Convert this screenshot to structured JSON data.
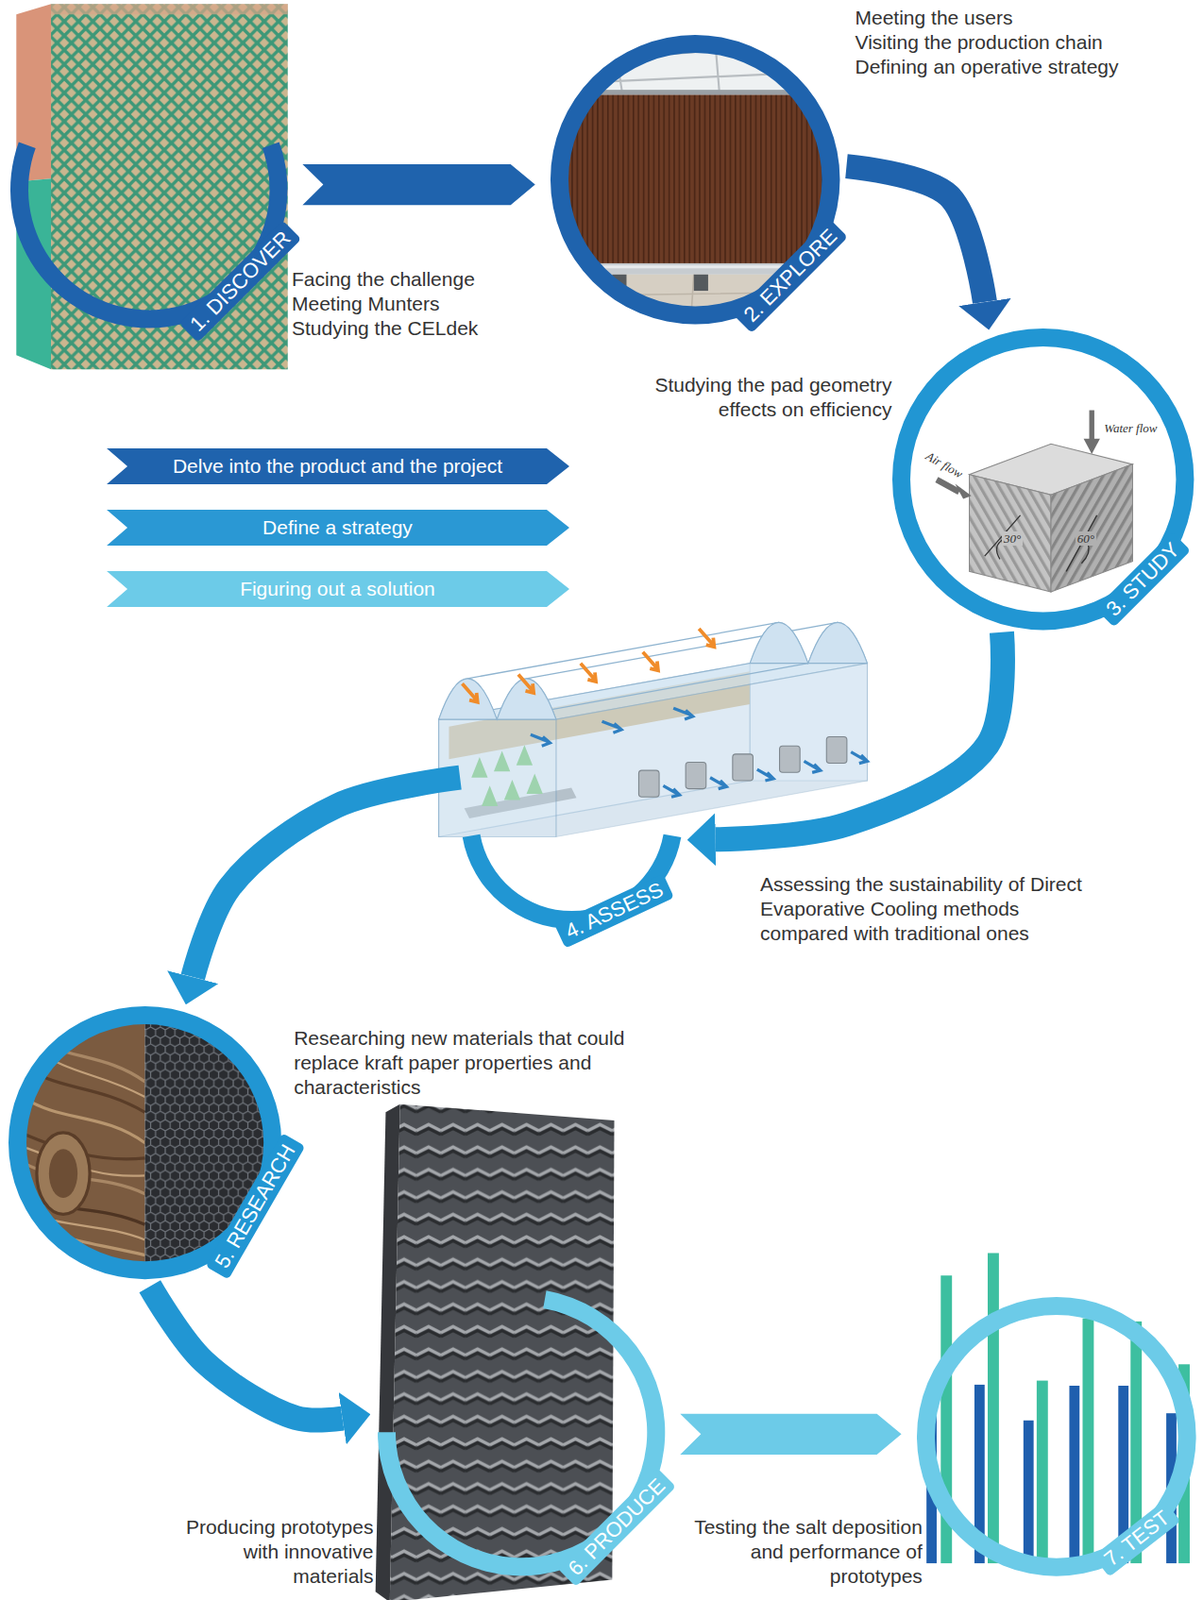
{
  "diagram": {
    "nodes": [
      {
        "text": [
          "1. DISCOVER",
          "Facing the challenge",
          "Meeting Munters",
          "Studying the CELdek"
        ]
      },
      {
        "text": [
          "2. EXPLORE",
          "Meeting the users",
          "Visiting the production chain",
          "Defining an operative strategy"
        ]
      },
      {
        "text": [
          "3. STUDY",
          "Studying the pad geometry effects on efficiency"
        ]
      },
      {
        "text": [
          "4. ASSESS",
          "Assessing the sustainability of Direct Evaporative Cooling methods compared with traditional ones"
        ]
      },
      {
        "text": [
          "5. RESEARCH",
          "Researching new materials that could replace kraft paper properties and characteristics"
        ]
      },
      {
        "text": [
          "6. PRODUCE",
          "Producing prototypes with innovative materials"
        ]
      },
      {
        "text": [
          "7. TEST",
          "Testing the salt deposition and performance of prototypes"
        ]
      }
    ],
    "edges": [
      {
        "from": 0,
        "to": 1,
        "arrow": "to"
      },
      {
        "from": 1,
        "to": 2,
        "arrow": "to"
      },
      {
        "from": 2,
        "to": 3,
        "arrow": "to"
      },
      {
        "from": 3,
        "to": 4,
        "arrow": "to"
      },
      {
        "from": 4,
        "to": 5,
        "arrow": "to"
      },
      {
        "from": 5,
        "to": 6,
        "arrow": "to"
      }
    ],
    "labels": [
      "Water flow",
      "Air flow",
      "30°",
      "60°"
    ],
    "legend": [
      {
        "text": "Delve into the product and the project",
        "color": "#1f63ad"
      },
      {
        "text": "Define a strategy",
        "color": "#2a98d4"
      },
      {
        "text": "Figuring out a solution",
        "color": "#6ccbe8"
      }
    ]
  }
}
